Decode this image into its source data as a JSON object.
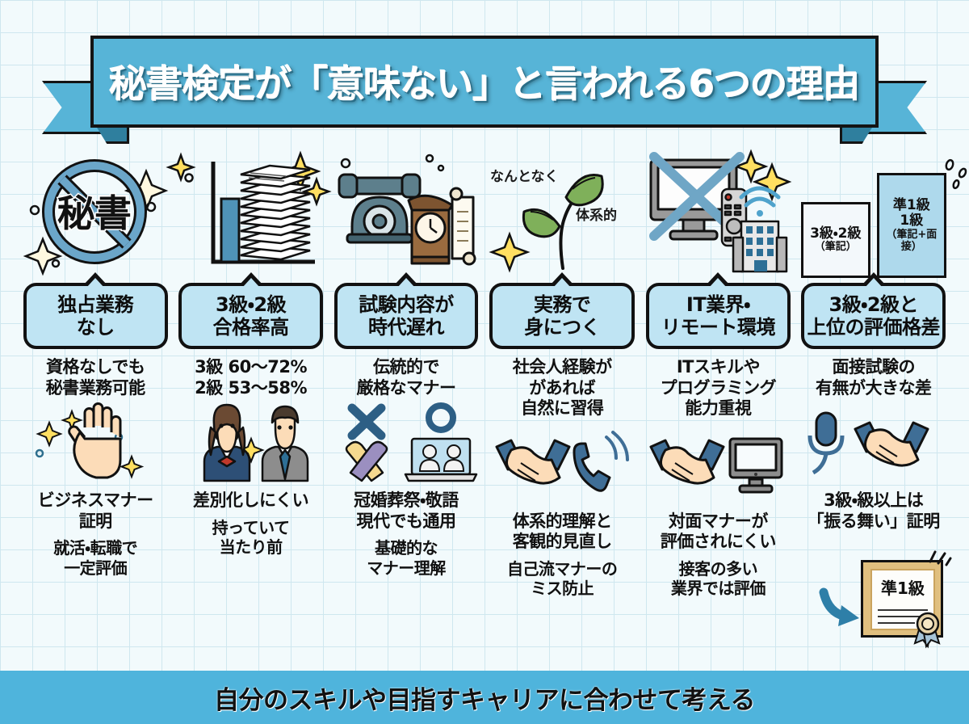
{
  "banner": {
    "title": "秘書検定が「意味ない」と言われる6つの理由",
    "bg_color": "#57b4d7",
    "text_color": "#ffffff"
  },
  "background": {
    "color": "#f2fafc",
    "grid_color": "#cfe7ef",
    "grid_size": "40px"
  },
  "footer": {
    "text": "自分のスキルや目指すキャリアに合わせて考える",
    "bg_color": "#4fb4dc",
    "text_color": "#111111"
  },
  "header_style": {
    "bg_color": "#bfe4f3",
    "border_color": "#111111"
  },
  "columns": [
    {
      "index": 1,
      "header": "独占業務\nなし",
      "icon_top": "no-secretary-prohibition-icon",
      "icon_top_label": "秘書",
      "desc1": "資格なしでも\n秘書業務可能",
      "icon_mid": "raised-hand-icon",
      "desc2": "ビジネスマナー\n証明",
      "desc3": "就活・転職で\n一定評価"
    },
    {
      "index": 2,
      "header": "3級・2級\n合格率高",
      "icon_top": "document-stack-bar-chart-icon",
      "desc1": "3級 60〜72%\n2級 53〜58%",
      "icon_mid": "two-students-icon",
      "desc2": "差別化しにくい",
      "desc3": "持っていて\n当たり前"
    },
    {
      "index": 3,
      "header": "試験内容が\n時代遅れ",
      "icon_top": "rotary-phone-clock-scroll-icon",
      "desc1": "伝統的で\n厳格なマナー",
      "icon_mid": "ceremony-cross-laptop-meeting-icon",
      "desc2": "冠婚葬祭・敬語\n現代でも通用",
      "desc3": "基礎的な\nマナー理解"
    },
    {
      "index": 4,
      "header": "実務で\n身につく",
      "icon_top": "sprout-growth-icon",
      "icon_top_labels": [
        "なんとなく",
        "体系的"
      ],
      "desc1": "社会人経験が\nがあれば\n自然に習得",
      "icon_mid": "handshake-phone-icon",
      "desc2": "体系的理解と\n客観的見直し",
      "desc3": "自己流マナーの\nミス防止"
    },
    {
      "index": 5,
      "header": "IT業界・\nリモート環境",
      "icon_top": "monitor-crossed-remote-wifi-building-icon",
      "desc1": "ITスキルや\nプログラミング\n能力重視",
      "icon_mid": "handshake-monitor-icon",
      "desc2": "対面マナーが\n評価されにくい",
      "desc3": "接客の多い\n業界では評価"
    },
    {
      "index": 6,
      "header": "3級・2級と\n上位の評価格差",
      "icon_top": "grade-comparison-boxes-icon",
      "grade_low_main": "3級・2級",
      "grade_low_sub": "（筆記）",
      "grade_high_main1": "準1級",
      "grade_high_main2": "1級",
      "grade_high_sub": "（筆記+面接）",
      "desc1": "面接試験の\n有無が大きな差",
      "icon_mid": "microphone-handshake-icon",
      "desc2": "3級・級以上は\n「振る舞い」証明",
      "desc3": ""
    }
  ],
  "certificate": {
    "label": "準1級",
    "icon": "award-certificate-icon",
    "arrow_icon": "curved-arrow-icon",
    "arrow_color": "#2e7fa8"
  }
}
